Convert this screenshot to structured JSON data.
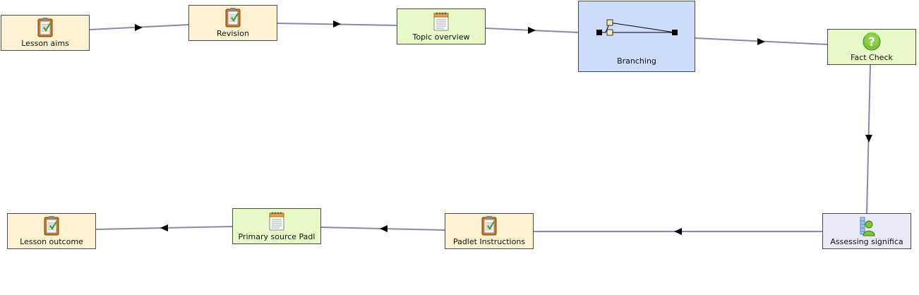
{
  "nodes": {
    "lesson_aims": {
      "label": "Lesson aims",
      "icon": "clipboard-icon"
    },
    "revision": {
      "label": "Revision",
      "icon": "clipboard-icon"
    },
    "topic_overview": {
      "label": "Topic overview",
      "icon": "notepad-icon"
    },
    "branching": {
      "label": "Branching",
      "icon": "branching-icon"
    },
    "fact_check": {
      "label": "Fact Check",
      "icon": "question-icon"
    },
    "assessing": {
      "label": "Assessing significa",
      "icon": "survey-person-icon"
    },
    "padlet_instructions": {
      "label": "Padlet Instructions",
      "icon": "clipboard-icon"
    },
    "primary_source": {
      "label": "Primary source Padl",
      "icon": "notepad-icon"
    },
    "lesson_outcome": {
      "label": "Lesson outcome",
      "icon": "clipboard-icon"
    }
  },
  "colors": {
    "info_activity": "#fdf2d2",
    "resource_activity": "#e8f9c8",
    "branching": "#cddcfb",
    "assessment": "#e9e9f7",
    "connector": "#8a8aa6"
  }
}
